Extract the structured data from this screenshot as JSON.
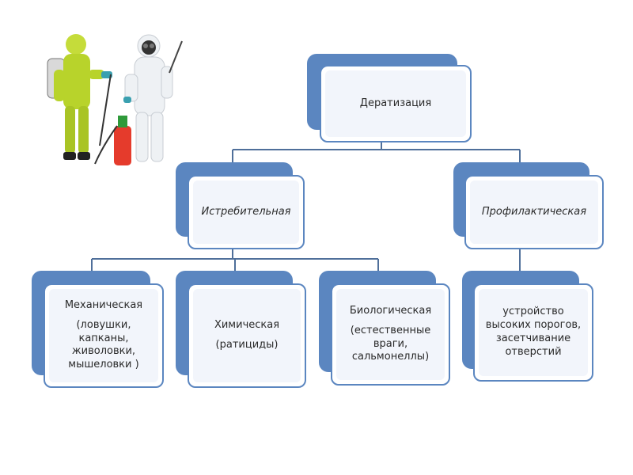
{
  "diagram": {
    "root": {
      "label": "Дератизация"
    },
    "level2": {
      "extermination": {
        "label": "Истребительная"
      },
      "prevention": {
        "label": "Профилактическая"
      }
    },
    "level3": {
      "mechanical": {
        "label": "Механическая",
        "detail": "(ловушки, капканы, живоловки, мышеловки )"
      },
      "chemical": {
        "label": "Химическая",
        "detail": "(ратициды)"
      },
      "biological": {
        "label": "Биологическая",
        "detail": "(естественные враги, сальмонеллы)"
      },
      "prevention_measures": {
        "label": "устройство высоких порогов, засетчивание отверстий"
      }
    }
  },
  "colors": {
    "accent": "#5b86c0",
    "connector": "#4f6f9a",
    "box_fill": "#f2f5fb",
    "suit_yellow": "#b8d32b",
    "suit_white": "#eef1f4"
  },
  "icons": [
    "hazmat-workers-illustration"
  ]
}
